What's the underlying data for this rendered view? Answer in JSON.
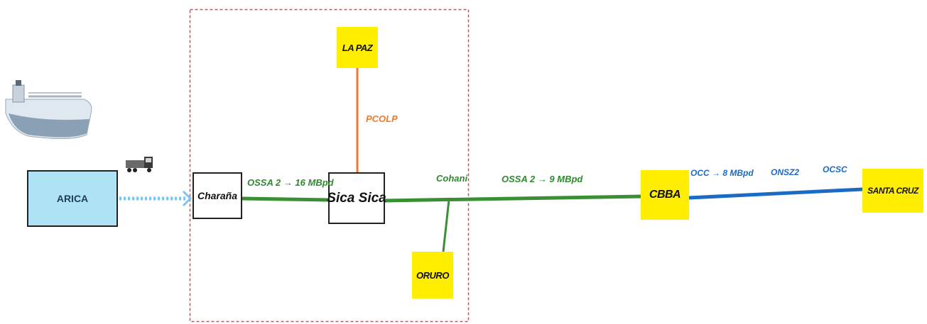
{
  "nodes": {
    "arica": "ARICA",
    "charana": "Charaña",
    "sica_sica": "Sica Sica",
    "la_paz": "LA PAZ",
    "oruro": "ORURO",
    "cbba": "CBBA",
    "santa_cruz": "SANTA CRUZ"
  },
  "edges": {
    "ossa2_16": "OSSA 2 → 16 MBpd",
    "pcolp": "PCOLP",
    "cohani": "Cohani",
    "ossa2_9": "OSSA 2 → 9 MBpd",
    "occ_8": "OCC → 8 MBpd",
    "onsz2": "ONSZ2",
    "ocsc": "OCSC"
  },
  "colors": {
    "green_pipeline": "#3a8f35",
    "orange_pipeline": "#f07a2a",
    "blue_pipeline": "#1a6bc4",
    "dashed_arrow": "#7fc4ec",
    "region_border": "#e8424a",
    "node_yellow": "#ffee00",
    "arica_fill": "#aee3f5"
  },
  "icons": {
    "ship": "tanker-ship-icon",
    "truck": "tanker-truck-icon"
  }
}
